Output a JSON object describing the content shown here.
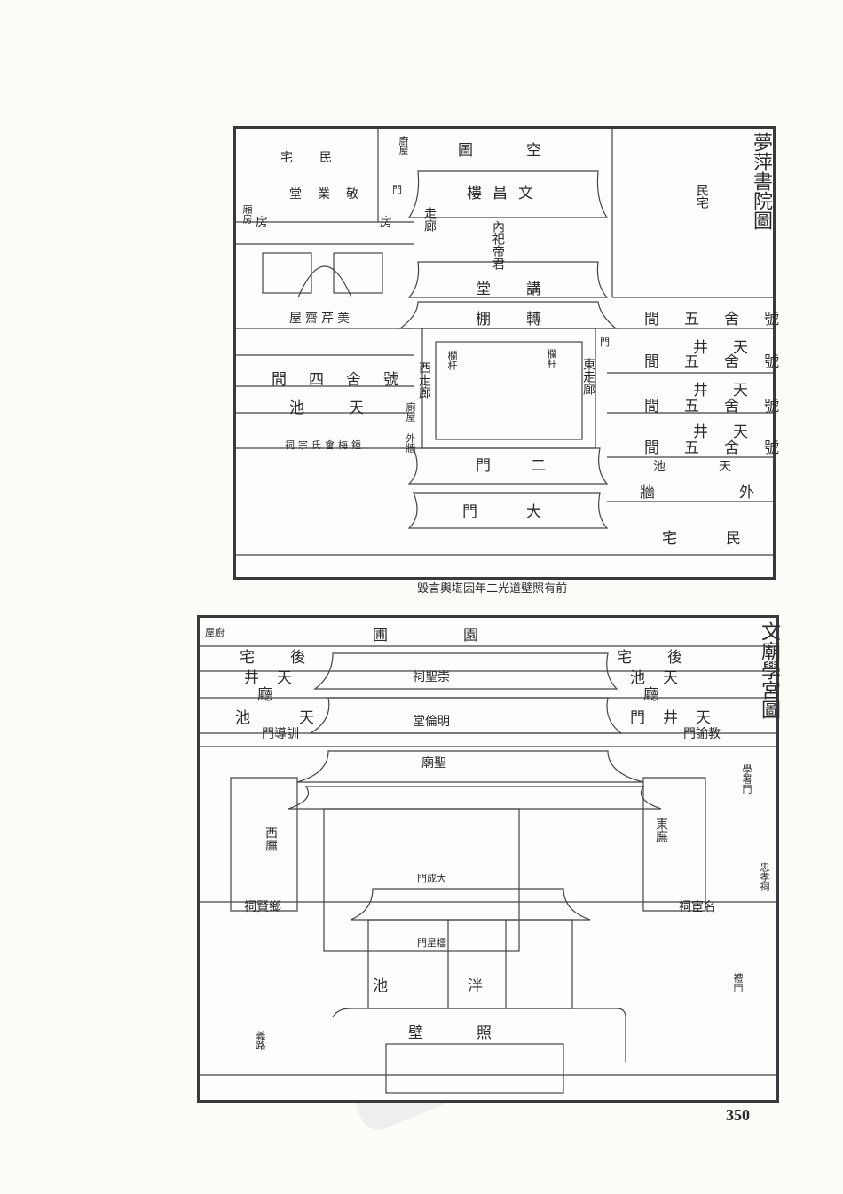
{
  "top_figure": {
    "title": "夢萍書院圖",
    "labels": {
      "garden": "空圖",
      "residence_left": "民宅",
      "jingye_hall": "敬業堂",
      "wenchang_tower": "文昌樓",
      "side_room": "廂房",
      "room_left": "房",
      "room_right": "房",
      "corridor": "走廊",
      "gate_top": "門",
      "kitchen": "廚屋",
      "shrine": "內祀帝君",
      "residence_right": "民宅",
      "lecture_hall": "講堂",
      "turn_shed": "轉棚",
      "meiqin_studio": "美芹齋屋",
      "dorm_left": "號舍四間",
      "pool_left": "天池",
      "clan_shrine": "鍾梅會氏宗祠",
      "west_corridor": "西走廊",
      "east_corridor": "東走廊",
      "railing_left": "欄杆",
      "railing_right": "欄杆",
      "toilet": "廁屋",
      "outer_wall_mid": "外牆",
      "second_gate": "二門",
      "main_gate": "大門",
      "dorm_right_1": "號舍五間",
      "well_1": "天井",
      "dorm_right_2": "號舍五間",
      "well_2": "天井",
      "dorm_right_3": "號舍五間",
      "well_3": "天井",
      "dorm_right_4": "號舍五間",
      "pool_right": "天池",
      "outer_wall_right": "外牆",
      "residence_bottom": "民宅",
      "gate_small": "門"
    },
    "caption": "前有照壁道光二年因堪輿言毀"
  },
  "bottom_figure": {
    "title": "文廟學宮圖",
    "labels": {
      "kitchen": "廚屋",
      "garden": "園圃",
      "rear_house_left": "後宅",
      "rear_house_right": "後宅",
      "well_left": "天井",
      "pool_right_top": "天池",
      "chongsheng_shrine": "崇聖祠",
      "hall_left": "廳",
      "hall_right": "廳",
      "pool_left": "天池",
      "well_gate_right": "天井門",
      "minglun_hall": "明倫堂",
      "xundao_gate": "訓導門",
      "jiaoyu_gate": "教諭門",
      "confucian_temple": "聖廟",
      "west_wing": "西廡",
      "east_wing": "東廡",
      "xiangxian_shrine": "鄉賢祠",
      "minghuan_shrine": "名宦祠",
      "dacheng_gate": "大成門",
      "lingxing_gate": "櫺星門",
      "pan_pool": "泮池",
      "screen_wall": "照壁",
      "academy_gate": "學署門",
      "loyalty_shrine": "忠孝祠",
      "ritual_gate": "禮門",
      "righteous_road": "義路"
    }
  },
  "page_number": "350"
}
